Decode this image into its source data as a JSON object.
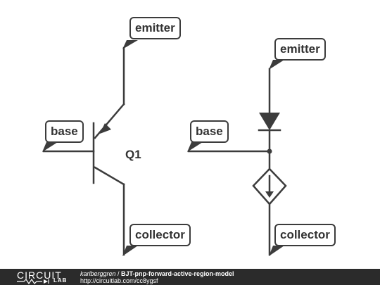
{
  "diagram": {
    "left_symbol": {
      "designator": "Q1",
      "labels": {
        "emitter": "emitter",
        "base": "base",
        "collector": "collector"
      }
    },
    "right_model": {
      "labels": {
        "emitter": "emitter",
        "base": "base",
        "collector": "collector"
      }
    },
    "line_color": "#3c3c3c"
  },
  "footer": {
    "logo_top": "CIRCUIT",
    "logo_bottom": "LAB",
    "author": "karlberggren",
    "separator": " / ",
    "title": "BJT-pnp-forward-active-region-model",
    "url": "http://circuitlab.com/cc8ygsf",
    "background": "#2b2b2b"
  }
}
